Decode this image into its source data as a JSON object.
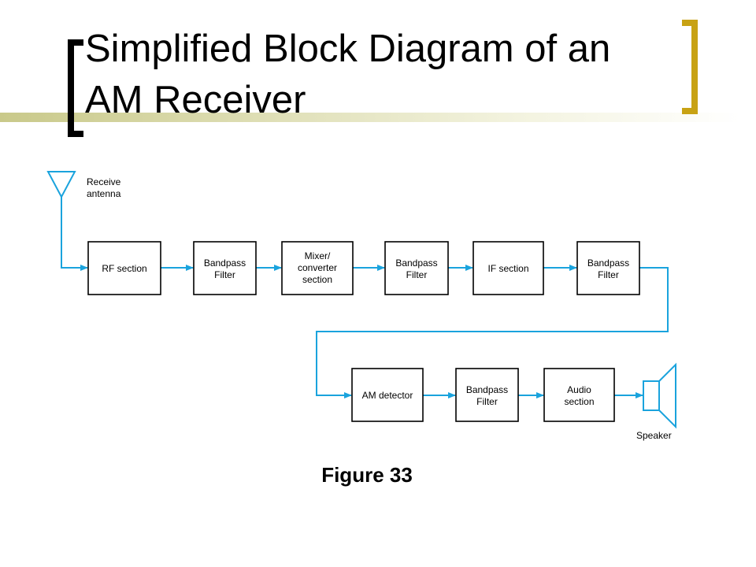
{
  "slide": {
    "title_line1": "Simplified Block Diagram of an",
    "title_line2": "AM Receiver",
    "caption": "Figure 33",
    "accent_color": "#c8a214",
    "bar_color": "#e6e6b8"
  },
  "diagram": {
    "antenna_label_1": "Receive",
    "antenna_label_2": "antenna",
    "speaker_label": "Speaker",
    "wire_color": "#1aa3dd",
    "row1": [
      {
        "lines": [
          "RF section"
        ]
      },
      {
        "lines": [
          "Bandpass",
          "Filter"
        ]
      },
      {
        "lines": [
          "Mixer/",
          "converter",
          "section"
        ]
      },
      {
        "lines": [
          "Bandpass",
          "Filter"
        ]
      },
      {
        "lines": [
          "IF section"
        ]
      },
      {
        "lines": [
          "Bandpass",
          "Filter"
        ]
      }
    ],
    "row2": [
      {
        "lines": [
          "AM detector"
        ]
      },
      {
        "lines": [
          "Bandpass",
          "Filter"
        ]
      },
      {
        "lines": [
          "Audio",
          "section"
        ]
      }
    ]
  }
}
